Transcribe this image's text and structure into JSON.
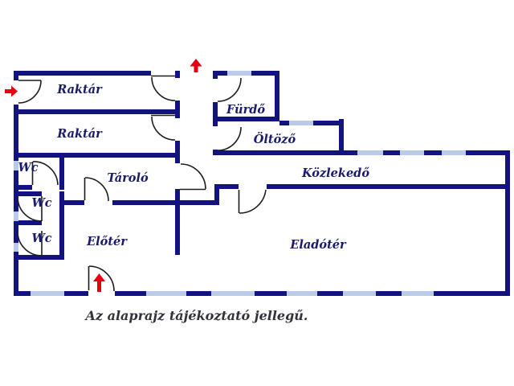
{
  "floorplan": {
    "rooms": [
      {
        "id": "raktar-1",
        "name": "Raktár"
      },
      {
        "id": "raktar-2",
        "name": "Raktár"
      },
      {
        "id": "furdo",
        "name": "Fürdő"
      },
      {
        "id": "oltozo",
        "name": "Öltöző"
      },
      {
        "id": "kozlekedo",
        "name": "Közlekedő"
      },
      {
        "id": "wc-1",
        "name": "Wc"
      },
      {
        "id": "tarolo",
        "name": "Tároló"
      },
      {
        "id": "wc-2",
        "name": "Wc"
      },
      {
        "id": "wc-3",
        "name": "Wc"
      },
      {
        "id": "eloter",
        "name": "Előtér"
      },
      {
        "id": "eladoter",
        "name": "Eladótér"
      }
    ],
    "caption": "Az alaprajz tájékoztató jellegű.",
    "entrances": [
      {
        "id": "entrance-arrow-left",
        "direction": "right"
      },
      {
        "id": "entrance-arrow-top",
        "direction": "up"
      },
      {
        "id": "entrance-arrow-bottom",
        "direction": "up"
      }
    ],
    "colors": {
      "wall": "#131380",
      "window": "#b9cbe6",
      "door_line": "#1c1c1c",
      "arrow": "#e60012",
      "room_label": "#1a1a6a",
      "caption": "#32323a",
      "background": "#ffffff"
    }
  }
}
